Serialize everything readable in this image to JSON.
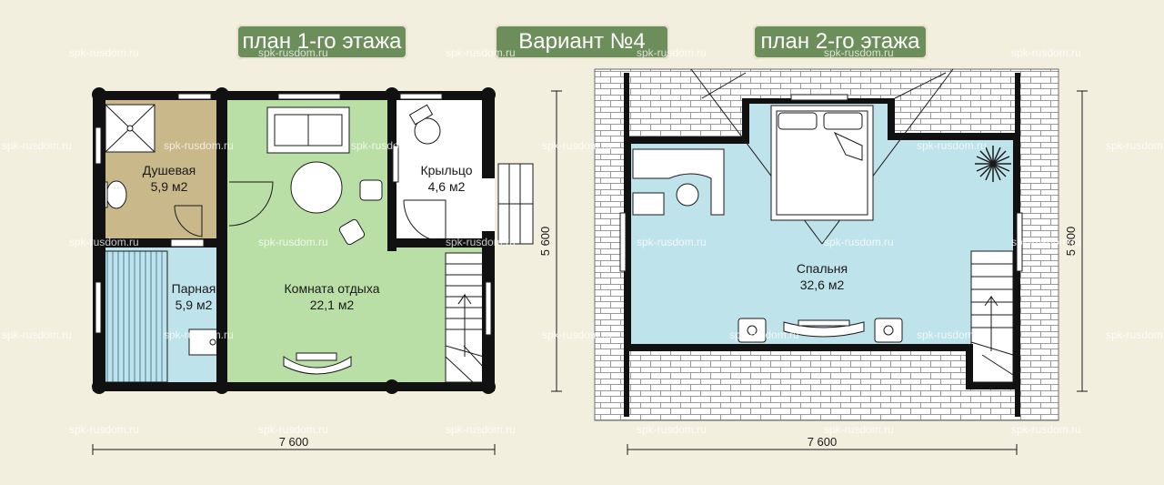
{
  "header": {
    "floor1_title": "план 1-го этажа",
    "variant_title": "Вариант №4",
    "floor2_title": "план 2-го этажа"
  },
  "floor1": {
    "rooms": [
      {
        "name": "Душевая",
        "area": "5,9 м2"
      },
      {
        "name": "Крыльцо",
        "area": "4,6 м2"
      },
      {
        "name": "Парная",
        "area": "5,9 м2"
      },
      {
        "name": "Комната отдыха",
        "area": "22,1 м2"
      }
    ],
    "width_dim": "7 600",
    "height_dim": "5 600"
  },
  "floor2": {
    "rooms": [
      {
        "name": "Спальня",
        "area": "32,6 м2"
      }
    ],
    "width_dim": "7 600",
    "height_dim": "5 600"
  },
  "watermark": "spk-rusdom.ru",
  "colors": {
    "pill": "#6b8e5a",
    "background": "#f3efdf",
    "shower": "#c8b88a",
    "lounge": "#b9dfa6",
    "steam": "#bfe3ea",
    "bedroom": "#bfe3ea",
    "wall": "#111111"
  }
}
